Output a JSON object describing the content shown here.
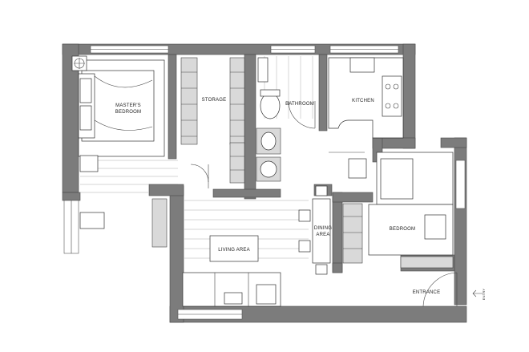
{
  "rooms": {
    "master_bedroom_line1": "MASTER'S",
    "master_bedroom_line2": "BEDROOM",
    "storage": "STORAGE",
    "bathroom": "BATHROOM",
    "kitchen": "KITCHEN",
    "dining_line1": "DINING",
    "dining_line2": "AREA",
    "bedroom": "BEDROOM",
    "living_area": "LIVING AREA",
    "entrance": "ENTRANCE"
  },
  "exterior": {
    "entry_arrow_label": "ENTRY"
  },
  "colors": {
    "wall": "#7c7c7c",
    "cabinet": "#d9d9d9",
    "floor": "#ffffff"
  }
}
